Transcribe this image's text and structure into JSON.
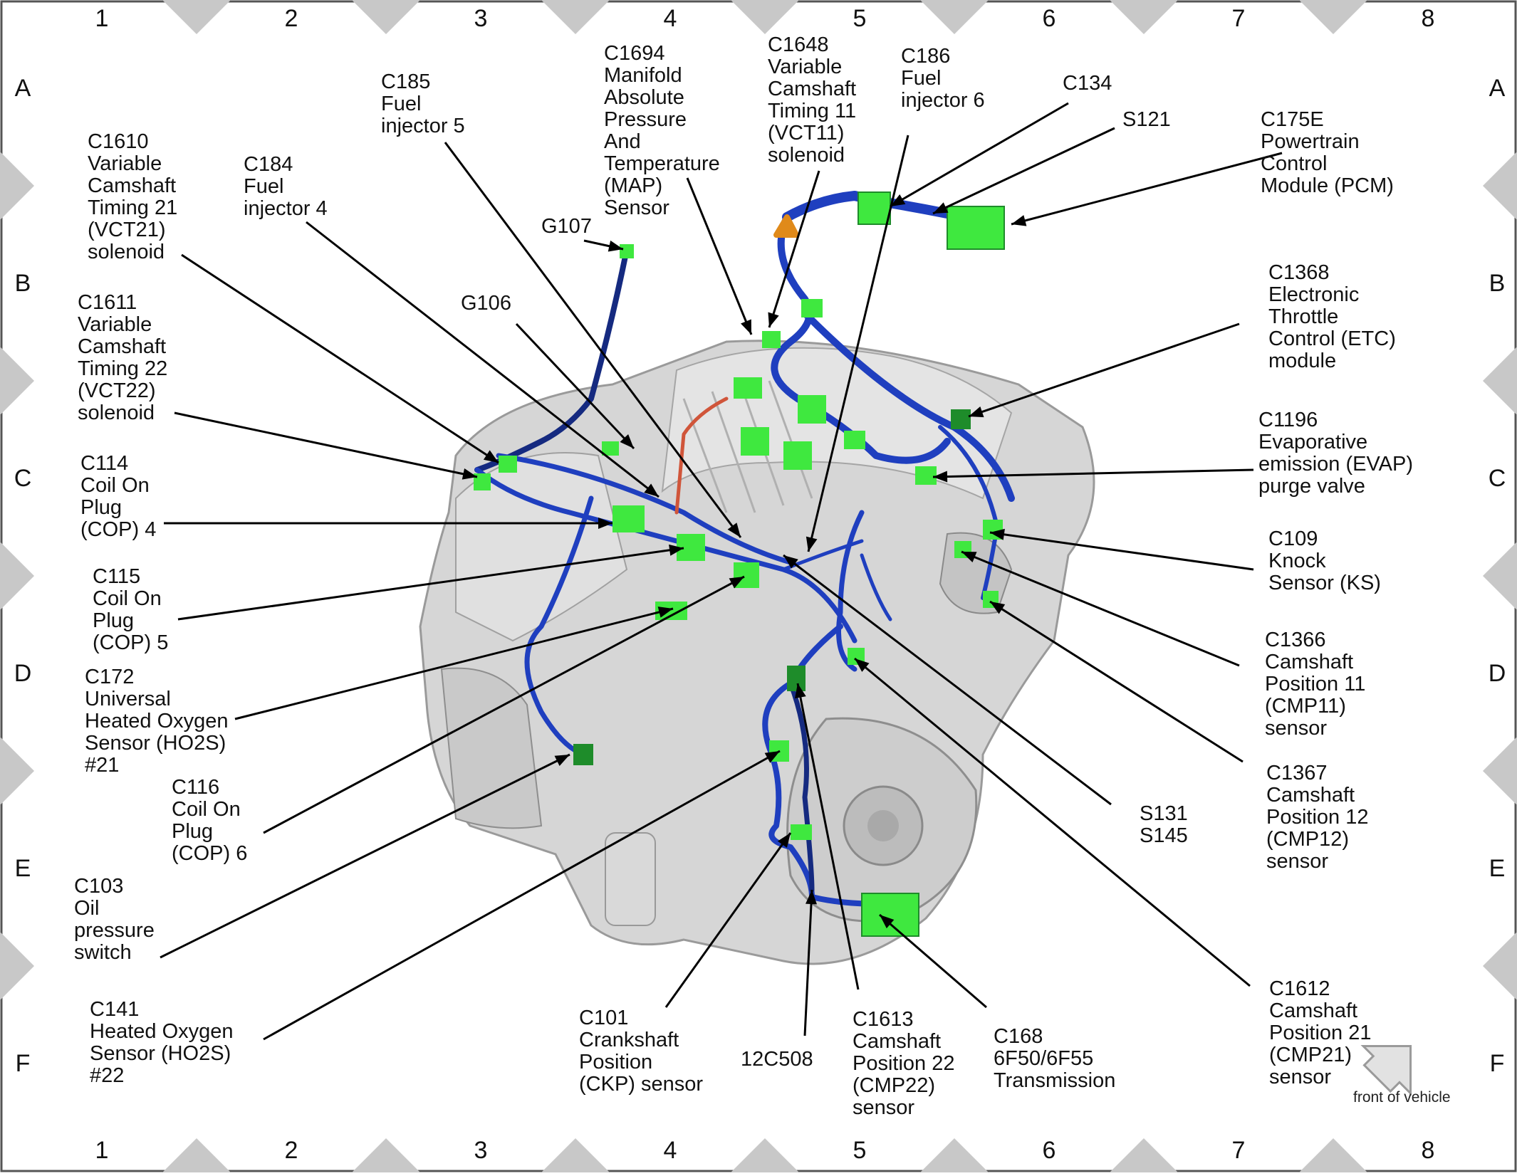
{
  "grid": {
    "columns": [
      "1",
      "2",
      "3",
      "4",
      "5",
      "6",
      "7",
      "8"
    ],
    "rows": [
      "A",
      "B",
      "C",
      "D",
      "E",
      "F"
    ]
  },
  "labels": [
    {
      "id": "c1610",
      "text": "C1610\nVariable\nCamshaft\nTiming 21\n(VCT21)\nsolenoid"
    },
    {
      "id": "c184",
      "text": "C184\nFuel\ninjector 4"
    },
    {
      "id": "c185",
      "text": "C185\nFuel\ninjector 5"
    },
    {
      "id": "c1694",
      "text": "C1694\nManifold\nAbsolute\nPressure\nAnd\nTemperature\n(MAP)\nSensor"
    },
    {
      "id": "c1648",
      "text": "C1648\nVariable\nCamshaft\nTiming 11\n(VCT11)\nsolenoid"
    },
    {
      "id": "c186",
      "text": "C186\nFuel\ninjector 6"
    },
    {
      "id": "c134",
      "text": "C134"
    },
    {
      "id": "s121",
      "text": "S121"
    },
    {
      "id": "c175e",
      "text": "C175E\nPowertrain\nControl\nModule (PCM)"
    },
    {
      "id": "g107",
      "text": "G107"
    },
    {
      "id": "g106",
      "text": "G106"
    },
    {
      "id": "c1611",
      "text": "C1611\nVariable\nCamshaft\nTiming 22\n(VCT22)\nsolenoid"
    },
    {
      "id": "c1368",
      "text": "C1368\nElectronic\nThrottle\nControl (ETC)\nmodule"
    },
    {
      "id": "c1196",
      "text": "C1196\nEvaporative\nemission (EVAP)\npurge valve"
    },
    {
      "id": "c114",
      "text": "C114\nCoil On\nPlug\n(COP) 4"
    },
    {
      "id": "c109",
      "text": "C109\nKnock\nSensor (KS)"
    },
    {
      "id": "c115",
      "text": "C115\nCoil On\nPlug\n(COP) 5"
    },
    {
      "id": "c1366",
      "text": "C1366\nCamshaft\nPosition 11\n(CMP11)\nsensor"
    },
    {
      "id": "c172",
      "text": "C172\nUniversal\nHeated Oxygen\nSensor (HO2S)\n#21"
    },
    {
      "id": "c1367",
      "text": "C1367\nCamshaft\nPosition 12\n(CMP12)\nsensor"
    },
    {
      "id": "c116",
      "text": "C116\nCoil On\nPlug\n(COP) 6"
    },
    {
      "id": "s131",
      "text": "S131\nS145"
    },
    {
      "id": "c103",
      "text": "C103\nOil\npressure\nswitch"
    },
    {
      "id": "c141",
      "text": "C141\nHeated Oxygen\nSensor (HO2S)\n#22"
    },
    {
      "id": "c101",
      "text": "C101\nCrankshaft\nPosition\n(CKP) sensor"
    },
    {
      "id": "12c508",
      "text": "12C508"
    },
    {
      "id": "c1613",
      "text": "C1613\nCamshaft\nPosition 22\n(CMP22)\nsensor"
    },
    {
      "id": "c168",
      "text": "C168\n6F50/6F55\nTransmission"
    },
    {
      "id": "c1612",
      "text": "C1612\nCamshaft\nPosition 21\n(CMP21)\nsensor"
    }
  ],
  "orientation": {
    "text": "front of vehicle",
    "icon": "arrow-icon"
  },
  "colors": {
    "harness": "#1f3fbf",
    "harness_dark": "#152a80",
    "connector": "#3fe83f",
    "connector_dark": "#1e8c2a",
    "engine": "#cfcfcf",
    "tab": "#c8c8c8",
    "lead": "#000000",
    "orange": "#e08a1a",
    "red": "#d0553a"
  }
}
